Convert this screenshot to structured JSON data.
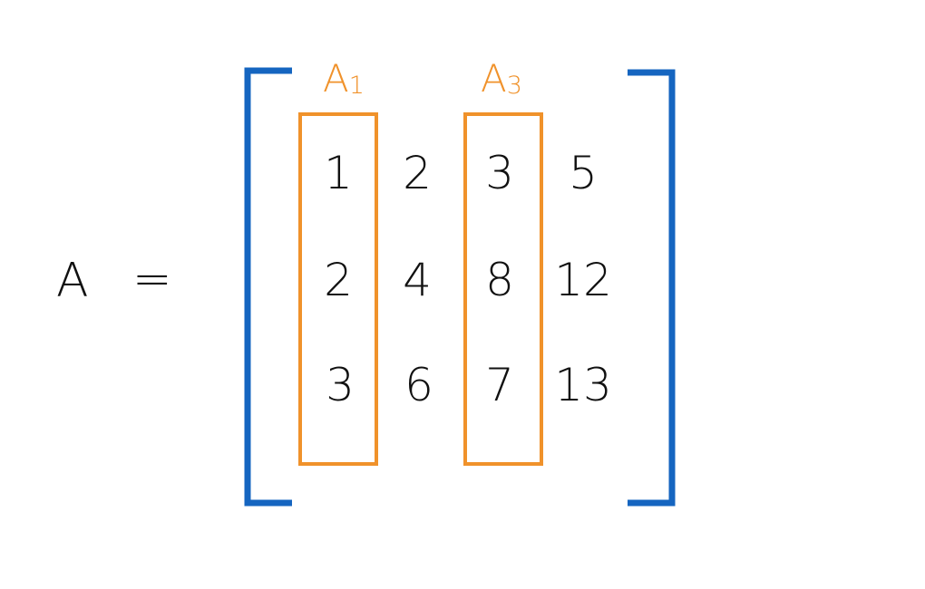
{
  "lhs": {
    "symbol": "A",
    "equals": "="
  },
  "matrix": {
    "rows": [
      [
        "1",
        "2",
        "3",
        "5"
      ],
      [
        "2",
        "4",
        "8",
        "12"
      ],
      [
        "3",
        "6",
        "7",
        "13"
      ]
    ]
  },
  "highlights": [
    {
      "label_main": "A",
      "label_sub": "1",
      "column_index": 0
    },
    {
      "label_main": "A",
      "label_sub": "3",
      "column_index": 2
    }
  ],
  "colors": {
    "bracket": "#1565c0",
    "highlight": "#f0922b",
    "text": "#111111"
  }
}
